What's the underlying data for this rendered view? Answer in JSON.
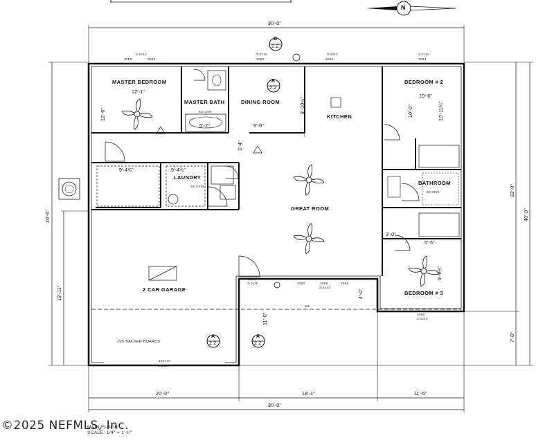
{
  "watermark": "©2025 NEFMLS, Inc.",
  "title_block": {
    "plan_title": "MAIN FLOOR",
    "scale": "SCALE: 1/4\" = 1'-0\""
  },
  "compass": {
    "letter": "N"
  },
  "rooms": {
    "master_bedroom": "MASTER BEDROOM",
    "master_bath": "MASTER BATH",
    "dining_room": "DINING ROOM",
    "kitchen": "KITCHEN",
    "bedroom2": "BEDROOM # 2",
    "bathroom": "BATHROOM",
    "laundry": "LAUNDRY",
    "great_room": "GREAT ROOM",
    "garage": "2 CAR GARAGE",
    "bedroom3": "BEDROOM # 3"
  },
  "room_dims": {
    "mb_w": "12'-1\"",
    "mb_h": "12'-6\"",
    "bath_w": "5'-2\"",
    "dining_w": "9'-0\"",
    "dining_h": "8'-10½\"",
    "bed2_w": "10'-6\"",
    "bed2_h1": "10'-0\"",
    "bed2_h2": "10'-11¾\"",
    "closet1": "9'-4¾\"",
    "closet2": "9'-4¾\"",
    "hall": "3'-4\"",
    "bath_w2": "3'-0\"",
    "bath_w3": "5'-5\"",
    "bed3_h": "9'-9¾\"",
    "porch": "4'-0\"",
    "garage_h": "19'-11\"",
    "garage_side": "11'-0\""
  },
  "overall_dims": {
    "top": "30'-0\"",
    "bottom": "30'-0\"",
    "bottom_a": "20'-0\"",
    "bottom_b": "18'-1\"",
    "bottom_c": "11'-5\"",
    "left": "40'-0\"",
    "right_a": "33'-0\"",
    "right_b": "40'-0\"",
    "right_c": "7'-0\""
  },
  "windows": {
    "w1": "3050",
    "w1b": "3-2x12",
    "w2": "3050",
    "w2b": "3-2x12",
    "w3": "6068",
    "w3b": "3-2x12",
    "w4": "3050",
    "w4b": "3-2x10",
    "w5": "3050",
    "w5b": "3-2x10",
    "w6": "3050",
    "w7": "3050",
    "w8": "3050",
    "w8b": "3-2x12",
    "w9": "3068",
    "w9b": "3-2x10",
    "w10": "3050",
    "w10b": "3-2x10",
    "garage_door": "160710",
    "garage_door_b": "3-2x14"
  },
  "notes": {
    "backer": "2x6 BACKER BOARDS",
    "cfm1": "50 CFM",
    "cfm2": "50 CFM",
    "cfm3": "50 CFM",
    "beam": "B1"
  },
  "sections": [
    {
      "letter": "B",
      "num": "2.2"
    },
    {
      "letter": "B",
      "num": "2.2"
    },
    {
      "letter": "A",
      "num": "2.2"
    },
    {
      "letter": "A",
      "num": "2.2"
    }
  ]
}
